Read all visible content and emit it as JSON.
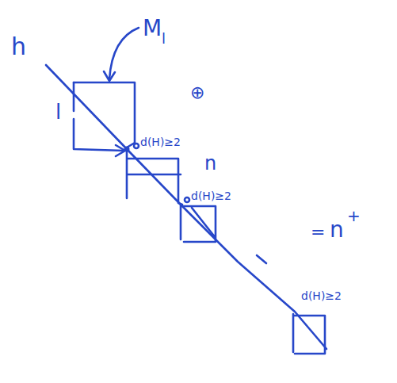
{
  "diagram": {
    "labels": [
      "h",
      "M",
      "l",
      "l",
      "⊕",
      "d(H)≥2",
      "n",
      "d(H)≥2",
      "=",
      "n",
      "+",
      "d(H)≥2"
    ]
  }
}
